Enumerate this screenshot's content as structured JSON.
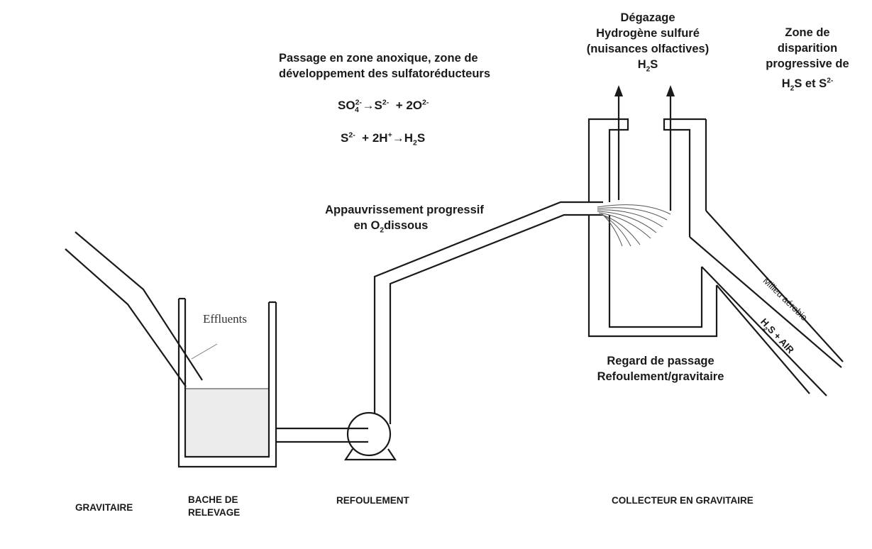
{
  "diagram": {
    "title": "Formation de H2S dans un réseau d'assainissement refoulement / gravitaire",
    "colors": {
      "line": "#1a1a1a",
      "water": "#ececec",
      "spray": "#555555",
      "leader": "#777777"
    },
    "annotations": {
      "anoxic_zone": {
        "line1": "Passage en zone anoxique, zone de",
        "line2": "développement des sulfatoréducteurs"
      },
      "equation1": {
        "reactant": "SO",
        "reactant_sub": "4",
        "reactant_sup": "2-",
        "arrow": "→",
        "product1": "S",
        "product1_sup": "2-",
        "plus": "+ 2O",
        "product2_sup": "2-"
      },
      "equation2": {
        "reactant": "S",
        "reactant_sup": "2-",
        "plus": "+ 2H",
        "h_sup": "+",
        "arrow": "→",
        "product": "H",
        "product_sub": "2",
        "product_tail": "S"
      },
      "degassing": {
        "line1": "Dégazage",
        "line2": "Hydrogène sulfuré",
        "line3": "(nuisances olfactives)",
        "formula_h": "H",
        "formula_sub": "2",
        "formula_s": "S"
      },
      "disappearance": {
        "line1": "Zone de",
        "line2": "disparition",
        "line3": "progressive de",
        "formula_h": "H",
        "formula_sub": "2",
        "formula_mid": "S et S",
        "formula_sup": "2-"
      },
      "oxygen_depletion": {
        "line1": "Appauvrissement progressif",
        "line2_pre": "en O",
        "line2_sub": "2",
        "line2_post": "dissous"
      },
      "effluents": "Effluents",
      "manhole": {
        "line1": "Regard de passage",
        "line2": "Refoulement/gravitaire"
      },
      "aerobic": "Milieu aérobie",
      "h2s_air": {
        "h": "H",
        "sub": "2",
        "rest": "S + AIR"
      }
    },
    "sections": [
      {
        "id": "gravitaire",
        "label": "GRAVITAIRE"
      },
      {
        "id": "bache",
        "label_line1": "BACHE DE",
        "label_line2": "RELEVAGE"
      },
      {
        "id": "refoulement",
        "label": "REFOULEMENT"
      },
      {
        "id": "collecteur",
        "label": "COLLECTEUR EN GRAVITAIRE"
      }
    ]
  }
}
